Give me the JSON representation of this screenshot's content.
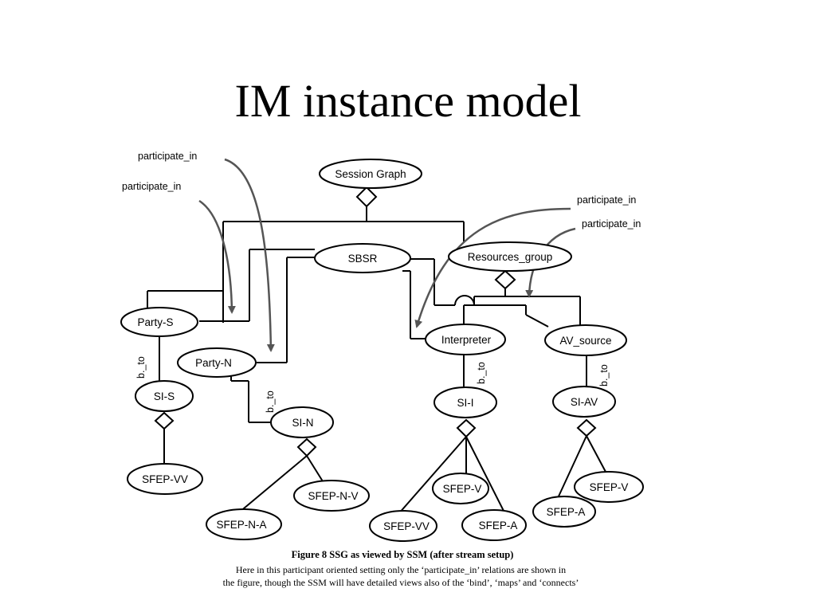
{
  "slide": {
    "title": "IM instance  model"
  },
  "diagram": {
    "nodes": {
      "session_graph": "Session Graph",
      "sbsr": "SBSR",
      "resources_group": "Resources_group",
      "party_s": "Party-S",
      "party_n": "Party-N",
      "interpreter": "Interpreter",
      "av_source": "AV_source",
      "si_s": "SI-S",
      "si_n": "SI-N",
      "si_i": "SI-I",
      "si_av": "SI-AV",
      "sfep_vv_s": "SFEP-VV",
      "sfep_n_v": "SFEP-N-V",
      "sfep_n_a": "SFEP-N-A",
      "sfep_v_i": "SFEP-V",
      "sfep_vv_i": "SFEP-VV",
      "sfep_a_i": "SFEP-A",
      "sfep_v_av": "SFEP-V",
      "sfep_a_av": "SFEP-A"
    },
    "relations": {
      "participate_in_1": "participate_in",
      "participate_in_2": "participate_in",
      "participate_in_3": "participate_in",
      "participate_in_4": "participate_in",
      "b_to_s": "b._to",
      "b_to_n": "b._to",
      "b_to_i": "b._to",
      "b_to_av": "b._to"
    }
  },
  "caption": {
    "title": "Figure 8  SSG as viewed by SSM (after stream setup)",
    "line1": "Here in this participant oriented setting only the ‘participate_in’ relations are shown in",
    "line2": "the figure, though the SSM will have detailed views also of the ‘bind’, ‘maps’ and ‘connects’"
  }
}
